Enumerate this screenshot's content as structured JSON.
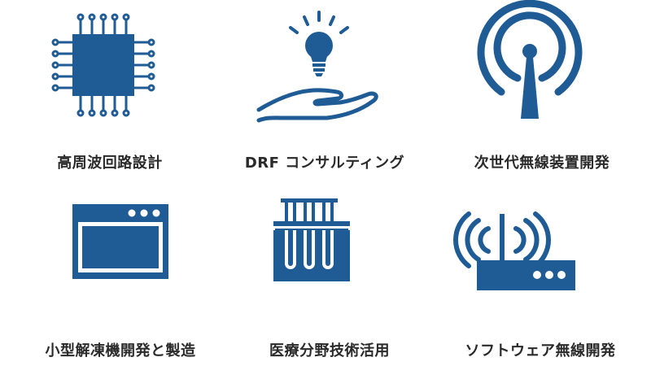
{
  "colors": {
    "icon": "#1f5b95",
    "text": "#2a2a2a",
    "background": "#ffffff"
  },
  "services": [
    {
      "label": "高周波回路設計",
      "icon": "microchip-icon"
    },
    {
      "label": "DRF コンサルティング",
      "icon": "lightbulb-hand-icon"
    },
    {
      "label": "次世代無線装置開発",
      "icon": "antenna-tower-icon"
    },
    {
      "label": "小型解凍機開発と製造",
      "icon": "browser-window-icon"
    },
    {
      "label": "医療分野技術活用",
      "icon": "test-tubes-icon"
    },
    {
      "label": "ソフトウェア無線開発",
      "icon": "wifi-router-icon"
    }
  ]
}
